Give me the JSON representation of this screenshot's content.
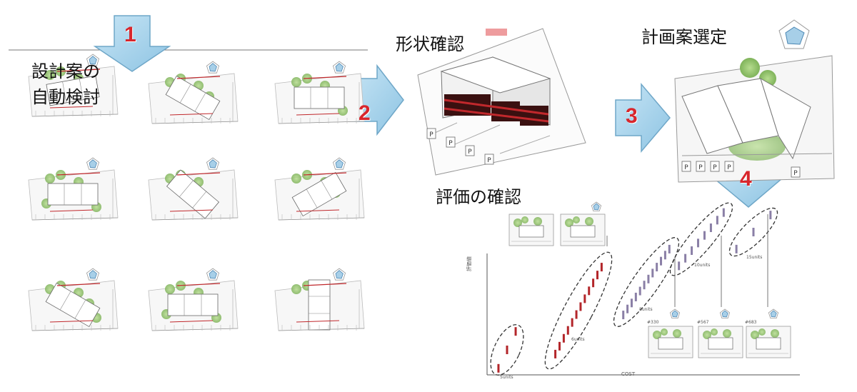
{
  "labels": {
    "auto_design": "設計案の\n自動検討",
    "auto_design_line1": "設計案の",
    "auto_design_line2": "自動検討",
    "shape_check": "形状確認",
    "plan_select": "計画案選定",
    "eval_check": "評価の確認"
  },
  "steps": [
    "1",
    "2",
    "3",
    "4"
  ],
  "parking_letter": "P",
  "plot": {
    "xlabel": "COST",
    "ylabel": "評価値",
    "group_labels": [
      "5units",
      "6units",
      "8units",
      "10units",
      "15units"
    ],
    "case_labels": [
      "#330",
      "#567",
      "#683"
    ]
  },
  "colors": {
    "arrow_fill": "#9fcfe9",
    "arrow_stroke": "#6fa7c8",
    "step_number": "#d8262c",
    "tree": "#8fc16b",
    "bar_red": "#b3262a",
    "bar_purple": "#8a7fa6"
  }
}
